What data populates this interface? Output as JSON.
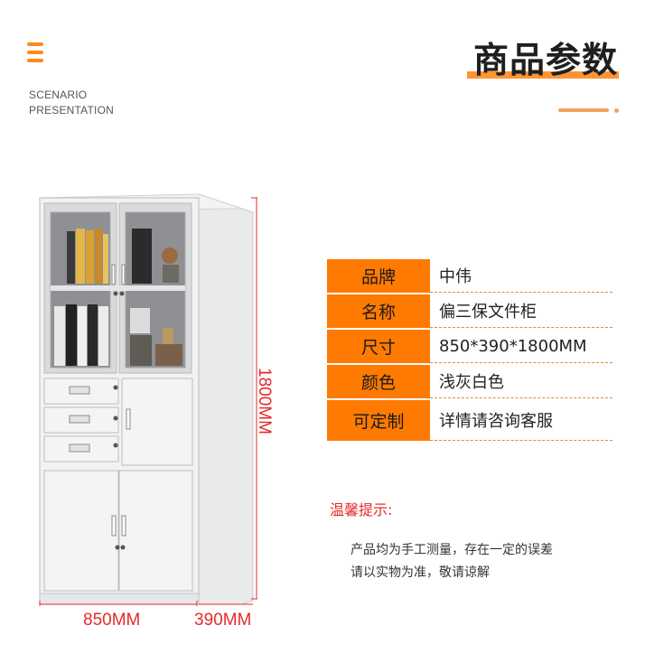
{
  "header": {
    "menu_icon": "menu-icon",
    "scenario_line1": "SCENARIO",
    "scenario_line2": "PRESENTATION",
    "title": "商品参数"
  },
  "colors": {
    "accent": "#ff7a00",
    "dimension": "#e52b2b"
  },
  "dimensions": {
    "height": "1800MM",
    "width": "850MM",
    "depth": "390MM"
  },
  "params": [
    {
      "key": "品牌",
      "value": "中伟"
    },
    {
      "key": "名称",
      "value": "偏三保文件柜"
    },
    {
      "key": "尺寸",
      "value": "850*390*1800MM"
    },
    {
      "key": "颜色",
      "value": "浅灰白色"
    },
    {
      "key": "可定制",
      "value": "详情请咨询客服"
    }
  ],
  "tips": {
    "title": "温馨提示:",
    "line1": "产品均为手工测量，存在一定的误差",
    "line2": "请以实物为准，敬请谅解"
  }
}
